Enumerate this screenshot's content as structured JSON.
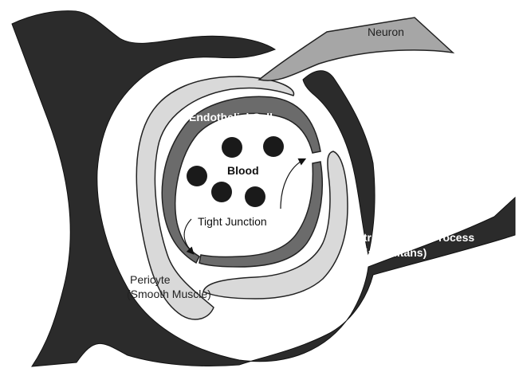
{
  "diagram": {
    "labels": {
      "neuron": "Neuron",
      "endothelial_cell": "Endothelial Cell",
      "blood": "Blood",
      "tight_junction": "Tight Junction",
      "astrocyte_line1": "Astrocyte Foot Process",
      "astrocyte_line2": "(Glia Limitans)",
      "pericyte_line1": "Pericyte",
      "pericyte_line2": "(Smooth Muscle)"
    },
    "colors": {
      "astrocyte": "#2b2b2b",
      "pericyte": "#d9d9d9",
      "endothelial": "#6b6b6b",
      "neuron": "#a6a6a6",
      "blood_cell": "#1a1a1a",
      "outline": "#222222"
    }
  }
}
